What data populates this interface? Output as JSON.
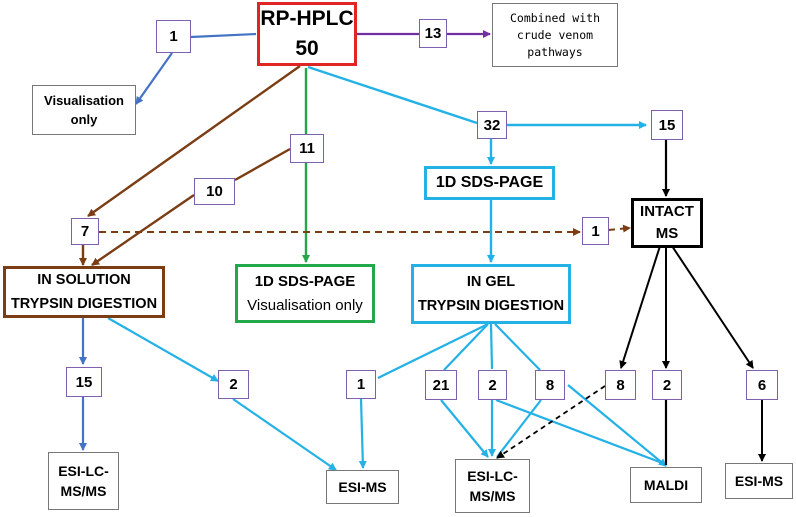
{
  "main": {
    "title": "RP-HPLC",
    "count": "50"
  },
  "counts": {
    "visual_only": "1",
    "crude": "13",
    "sds_vis": "11",
    "sds_gel": "32",
    "intact": "15",
    "insol_direct": "10",
    "insol": "7",
    "to_intact": "1",
    "insol_lcms": "15",
    "insol_esims": "2",
    "gel_esims": "1",
    "gel_lcms": "21",
    "gel_lcms_maldi": "2",
    "gel_maldi": "8",
    "intact_lcms": "8",
    "intact_maldi": "2",
    "intact_esims": "6"
  },
  "boxes": {
    "visualisation": "Visualisation only",
    "crude": "Combined with crude venom pathways",
    "sds_page": "1D SDS-PAGE",
    "sds_vis_title": "1D SDS-PAGE",
    "sds_vis_sub": "Visualisation only",
    "intact_line1": "INTACT",
    "intact_line2": "MS",
    "insol_line1": "IN SOLUTION",
    "insol_line2": "TRYPSIN DIGESTION",
    "ingel_line1": "IN GEL",
    "ingel_line2": "TRYPSIN DIGESTION",
    "esi_lcms_left_1": "ESI-LC-",
    "esi_lcms_left_2": "MS/MS",
    "esi_ms_mid": "ESI-MS",
    "esi_lcms_mid_1": "ESI-LC-",
    "esi_lcms_mid_2": "MS/MS",
    "maldi": "MALDI",
    "esi_ms_right": "ESI-MS"
  },
  "colors": {
    "rp_hplc": "#e02525",
    "sds_gel": "#23b1e6",
    "in_solution": "#7a3d14",
    "sds_visualisation": "#22a84a",
    "intact_ms": "#000000",
    "crude_link": "#7030a0",
    "visualisation_link": "#4472c4",
    "count_box": "#7f5fb0"
  }
}
